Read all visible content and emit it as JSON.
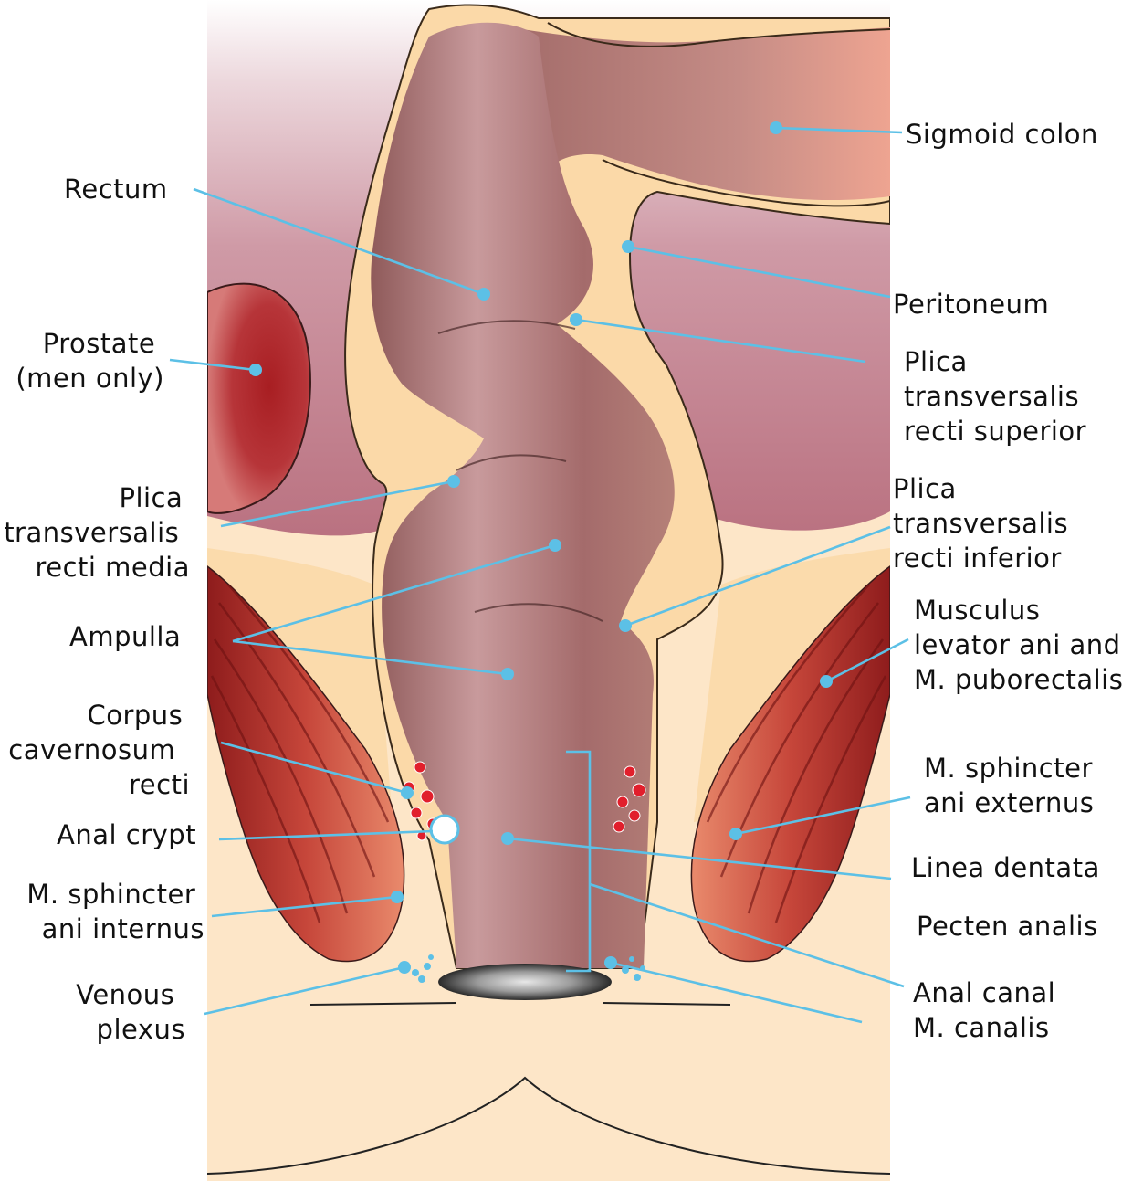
{
  "labels": {
    "sigmoid_colon": "Sigmoid colon",
    "rectum": "Rectum",
    "peritoneum": "Peritoneum",
    "prostate": [
      "Prostate",
      "(men only)"
    ],
    "plica_superior": [
      "Plica",
      "transversalis",
      "recti superior"
    ],
    "plica_media": [
      "Plica",
      "transversalis",
      "recti media"
    ],
    "plica_inferior": [
      "Plica",
      "transversalis",
      "recti inferior"
    ],
    "ampulla": "Ampulla",
    "levator_ani": [
      "Musculus",
      "levator ani and",
      "M. puborectalis"
    ],
    "corpus_cavernosum": [
      "Corpus",
      "cavernosum",
      "recti"
    ],
    "sphincter_externus": [
      "M. sphincter",
      "ani externus"
    ],
    "anal_crypt": "Anal crypt",
    "linea_dentata": "Linea dentata",
    "sphincter_internus": [
      "M. sphincter",
      "ani internus"
    ],
    "pecten_analis": "Pecten analis",
    "venous_plexus": [
      "Venous",
      "plexus"
    ],
    "anal_canal": [
      "Anal canal",
      "M. canalis"
    ]
  },
  "colors": {
    "leader_line": "#5cc0e6",
    "bowel": "#a9706f",
    "bowel_highlight": "#c99a9a",
    "fat": "#fbd9a8",
    "muscle": "#b3302a",
    "prostate": "#b42a2e",
    "pelvic_cavity": "#c48896",
    "skin": "#fde6c8"
  }
}
